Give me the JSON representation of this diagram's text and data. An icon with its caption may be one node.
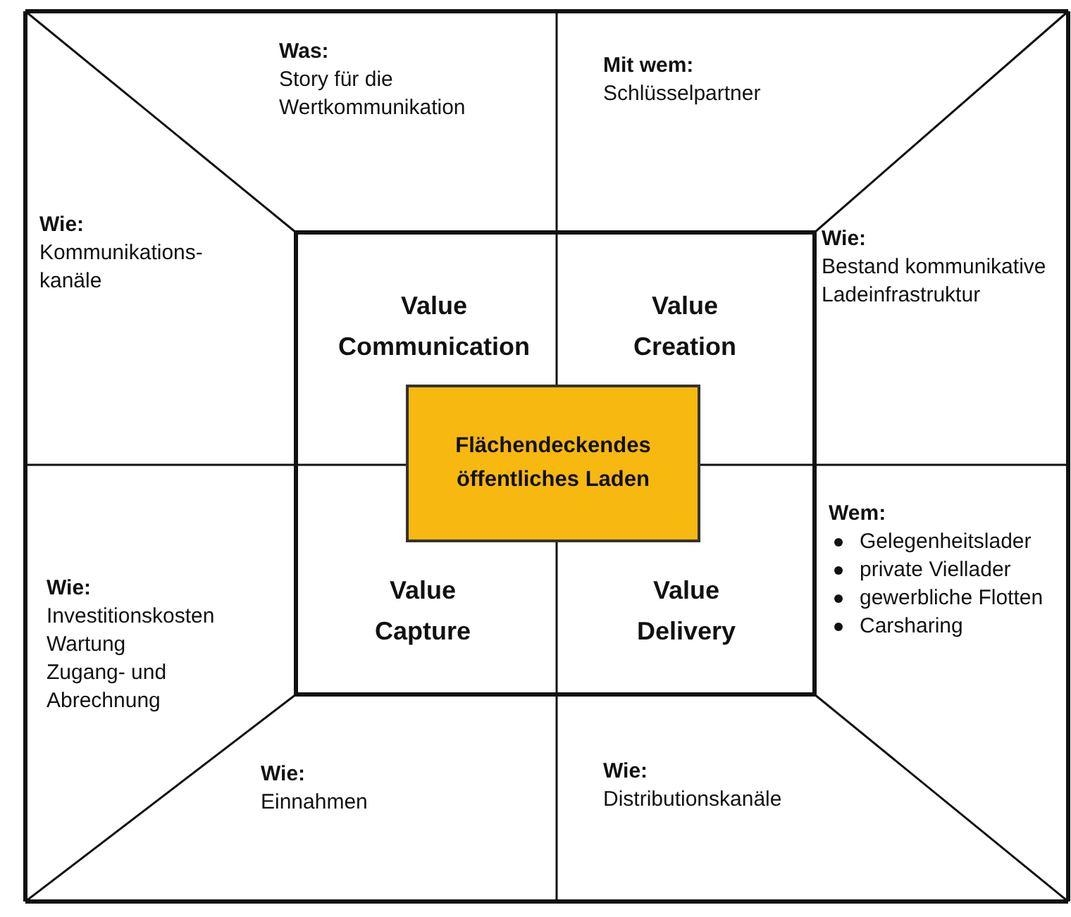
{
  "diagram": {
    "nodes": [
      {
        "text": [
          "Was:",
          "Story für die Wertkommunikation"
        ]
      },
      {
        "text": [
          "Mit wem:",
          "Schlüsselpartner"
        ]
      },
      {
        "text": [
          "Wie:",
          "Kommunikations- kanäle"
        ]
      },
      {
        "text": [
          "Wie:",
          "Bestand kommunikative Ladeinfrastruktur"
        ]
      },
      {
        "text": [
          "Value Communication"
        ]
      },
      {
        "text": [
          "Value Creation"
        ]
      },
      {
        "text": [
          "Flächendeckendes öffentliches Laden"
        ]
      },
      {
        "text": [
          "Value Capture"
        ]
      },
      {
        "text": [
          "Value Delivery"
        ]
      },
      {
        "text": [
          "Wie:",
          "Investitionskosten",
          "Wartung",
          "Zugang- und Abrechnung"
        ]
      },
      {
        "text": [
          "Wem:",
          "Gelegenheitslader",
          "private Viellader",
          "gewerbliche Flotten",
          "Carsharing"
        ]
      },
      {
        "text": [
          "Wie:",
          "Einnahmen"
        ]
      },
      {
        "text": [
          "Wie:",
          "Distributionskanäle"
        ]
      }
    ]
  }
}
